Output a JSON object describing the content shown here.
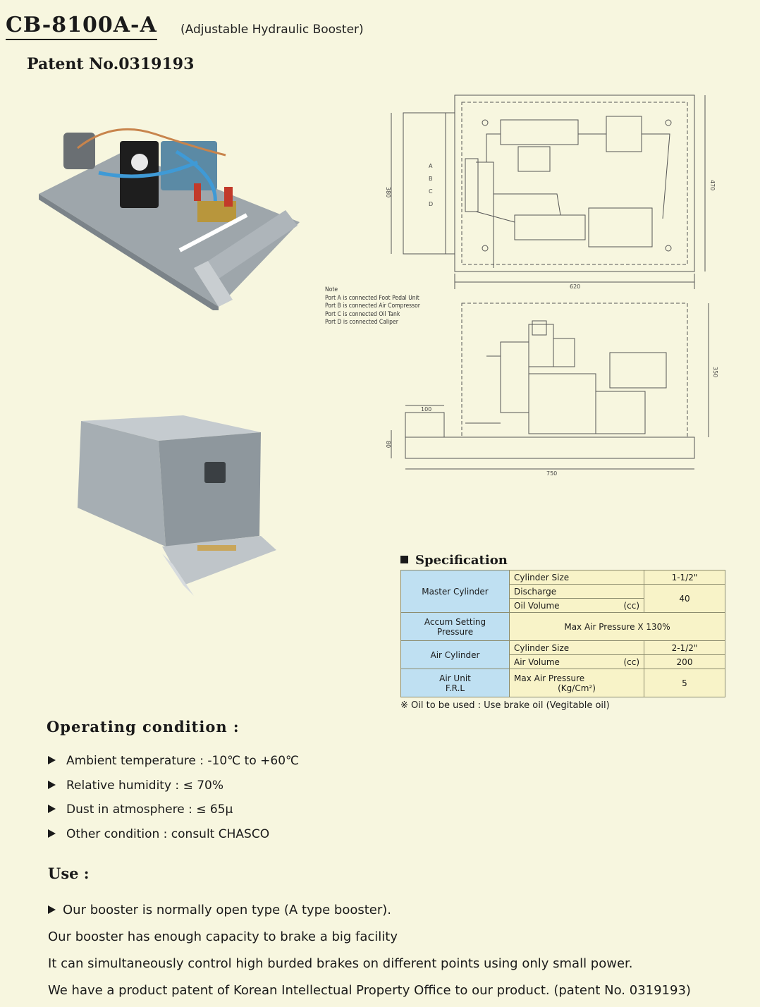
{
  "header": {
    "model": "CB-8100A-A",
    "subtitle": "(Adjustable Hydraulic Booster)",
    "patent": "Patent No.0319193"
  },
  "drawing": {
    "ports": [
      "A",
      "B",
      "C",
      "D"
    ],
    "dimensions": {
      "top_height": "380",
      "top_outer_height": "470",
      "top_width": "620",
      "side_height": "350",
      "side_foot_width": "100",
      "side_base_height": "80",
      "side_width": "750"
    },
    "notes": [
      "Note",
      "Port A is connected Foot Pedal Unit",
      "Port B is connected Air Compressor",
      "Port C is connected Oil Tank",
      "Port D is connected Caliper"
    ]
  },
  "specification": {
    "title": "Specification",
    "master_cylinder": {
      "label": "Master Cylinder",
      "size_label": "Cylinder Size",
      "size_value": "1-1/2\"",
      "discharge_label": "Discharge",
      "oil_volume_label": "Oil Volume",
      "oil_volume_unit": "(cc)",
      "oil_volume_value": "40"
    },
    "accum": {
      "label_line1": "Accum Setting",
      "label_line2": "Pressure",
      "value": "Max Air Pressure X 130%"
    },
    "air_cylinder": {
      "label": "Air Cylinder",
      "size_label": "Cylinder Size",
      "size_value": "2-1/2\"",
      "volume_label": "Air Volume",
      "volume_unit": "(cc)",
      "volume_value": "200"
    },
    "air_unit": {
      "label_line1": "Air Unit",
      "label_line2": "F.R.L",
      "pressure_label": "Max Air Pressure",
      "pressure_unit": "(Kg/Cm²)",
      "pressure_value": "5"
    },
    "note": "※ Oil to be used : Use brake oil (Vegitable oil)"
  },
  "operating": {
    "title": "Operating condition :",
    "items": [
      "Ambient temperature : -10℃ to +60℃",
      "Relative humidity : ≤ 70%",
      "Dust in atmosphere : ≤ 65μ",
      "Other condition : consult CHASCO"
    ]
  },
  "use": {
    "title": "Use :",
    "lines": [
      "Our booster is normally open type (A type booster).",
      "Our booster has enough capacity to brake a big facility",
      "It can simultaneously control high burded brakes on different points using only small power.",
      "We have a product patent of Korean Intellectual Property Office to our product. (patent No. 0319193)"
    ]
  }
}
